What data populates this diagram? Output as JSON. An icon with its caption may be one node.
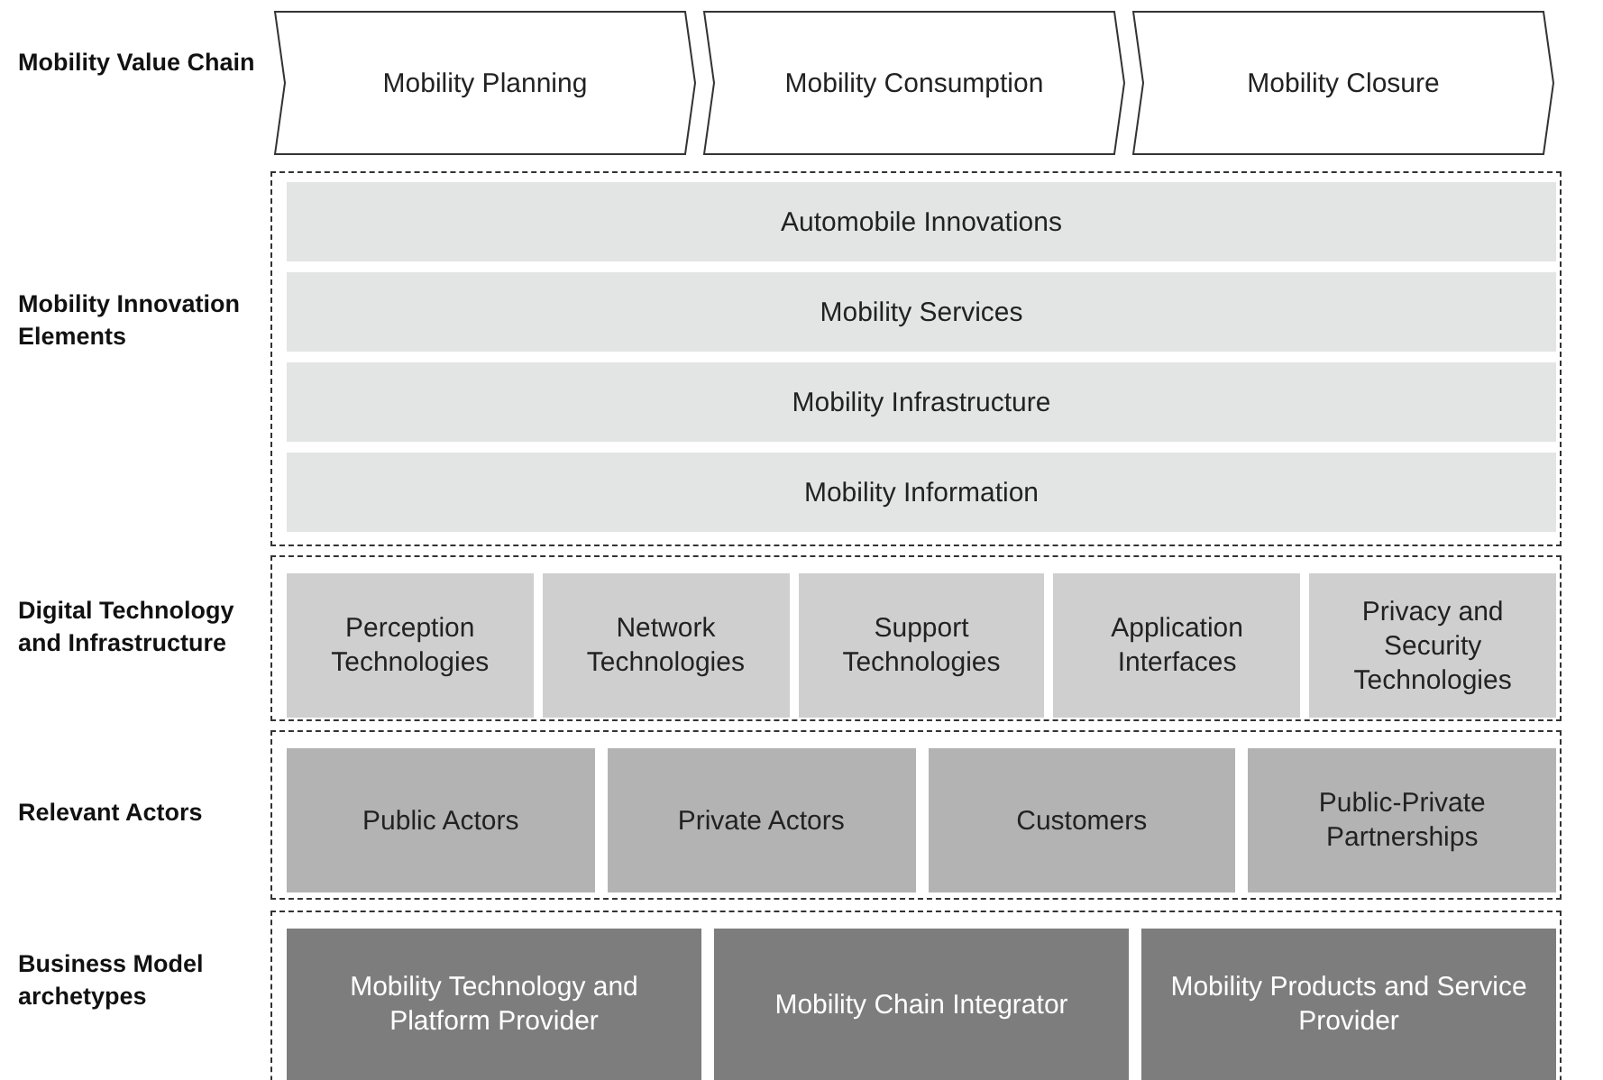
{
  "diagram": {
    "nodes": [
      {
        "text": [
          "Mobility Planning"
        ]
      },
      {
        "text": [
          "Mobility Consumption"
        ]
      },
      {
        "text": [
          "Mobility Closure"
        ]
      },
      {
        "text": [],
        "shape": "box"
      },
      {
        "text": [
          "Automobile Innovations"
        ],
        "in": 3
      },
      {
        "text": [
          "Mobility Services"
        ],
        "in": 3
      },
      {
        "text": [
          "Mobility Infrastructure"
        ],
        "in": 3
      },
      {
        "text": [
          "Mobility Information"
        ],
        "in": 3
      },
      {
        "text": [],
        "shape": "box"
      },
      {
        "text": [
          "Perception Technologies"
        ],
        "in": 8
      },
      {
        "text": [
          "Network Technologies"
        ],
        "in": 8
      },
      {
        "text": [
          "Support Technologies"
        ],
        "in": 8
      },
      {
        "text": [
          "Application Interfaces"
        ],
        "in": 8
      },
      {
        "text": [
          "Privacy and Security Technologies"
        ],
        "in": 8
      },
      {
        "text": [],
        "shape": "box"
      },
      {
        "text": [
          "Public Actors"
        ],
        "in": 14
      },
      {
        "text": [
          "Private Actors"
        ],
        "in": 14
      },
      {
        "text": [
          "Customers"
        ],
        "in": 14
      },
      {
        "text": [
          "Public-Private Partnerships"
        ],
        "in": 14
      },
      {
        "text": [],
        "shape": "box"
      },
      {
        "text": [
          "Mobility Technology and Platform Provider"
        ],
        "in": 19
      },
      {
        "text": [
          "Mobility Chain Integrator"
        ],
        "in": 19
      },
      {
        "text": [
          "Mobility Products and Service Provider"
        ],
        "in": 19
      }
    ],
    "labels": [
      "Mobility Value Chain",
      "Mobility Innovation Elements",
      "Digital Technology and Infrastructure",
      "Relevant Actors",
      "Business Model archetypes"
    ]
  }
}
